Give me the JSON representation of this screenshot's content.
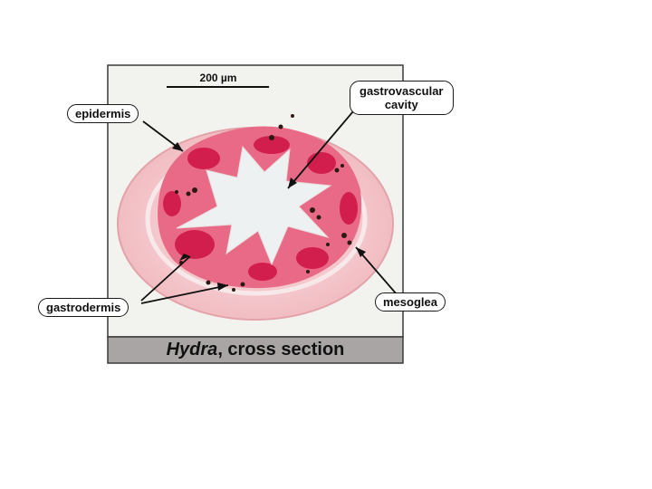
{
  "scale_bar": {
    "label": "200 µm"
  },
  "labels": {
    "epidermis": "epidermis",
    "gastrovascular_cavity_line1": "gastrovascular",
    "gastrovascular_cavity_line2": "cavity",
    "gastrodermis": "gastrodermis",
    "mesoglea": "mesoglea"
  },
  "caption": {
    "genus": "Hydra",
    "rest": ", cross section"
  },
  "colors": {
    "frame_bg": "#f2f2ee",
    "caption_bar": "#a9a5a5",
    "stain_red": "#d21e4c",
    "stain_pink": "#ecaab2",
    "pigment": "#2b1a12",
    "border": "#3a3a3a"
  }
}
